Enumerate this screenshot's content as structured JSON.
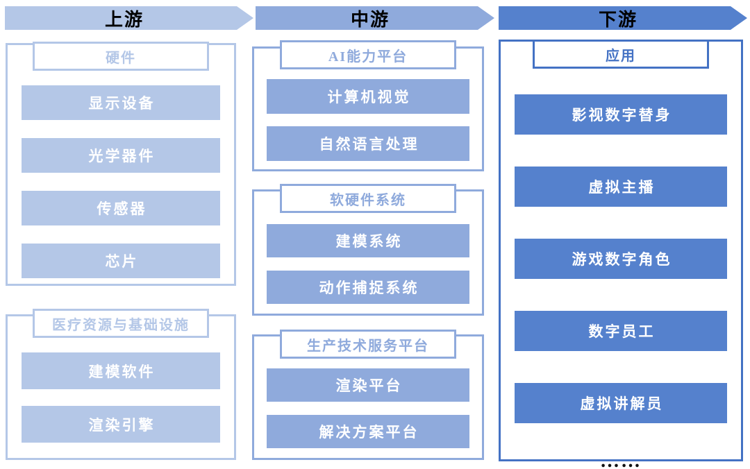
{
  "palette": {
    "canvas_bg": "#ffffff",
    "upstream_fill": "#b4c7e7",
    "midstream_fill": "#8faadc",
    "downstream_fill": "#5581cd",
    "downstream_border": "#4472c4",
    "header_text": "#000000",
    "item_text": "#ffffff"
  },
  "columns": [
    {
      "id": "upstream",
      "header": "上游",
      "groups": [
        {
          "label": "硬件",
          "items": [
            "显示设备",
            "光学器件",
            "传感器",
            "芯片"
          ]
        },
        {
          "label": "医疗资源与基础设施",
          "items": [
            "建模软件",
            "渲染引擎"
          ]
        }
      ]
    },
    {
      "id": "midstream",
      "header": "中游",
      "groups": [
        {
          "label": "AI能力平台",
          "items": [
            "计算机视觉",
            "自然语言处理"
          ]
        },
        {
          "label": "软硬件系统",
          "items": [
            "建模系统",
            "动作捕捉系统"
          ]
        },
        {
          "label": "生产技术服务平台",
          "items": [
            "渲染平台",
            "解决方案平台"
          ]
        }
      ]
    },
    {
      "id": "downstream",
      "header": "下游",
      "groups": [
        {
          "label": "应用",
          "items": [
            "影视数字替身",
            "虚拟主播",
            "游戏数字角色",
            "数字员工",
            "虚拟讲解员"
          ],
          "more": "……"
        }
      ]
    }
  ]
}
